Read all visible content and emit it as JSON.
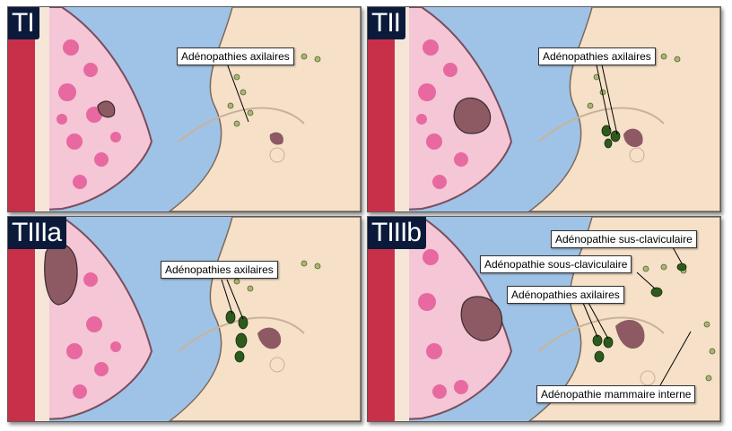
{
  "panels": [
    {
      "stage": "TI",
      "labels": [
        "Adénopathies axilaires"
      ]
    },
    {
      "stage": "TII",
      "labels": [
        "Adénopathies axilaires"
      ]
    },
    {
      "stage": "TIIIa",
      "labels": [
        "Adénopathies axilaires"
      ]
    },
    {
      "stage": "TIIIb",
      "labels": [
        "Adénopathie sus-claviculaire",
        "Adénopathie sous-claviculaire",
        "Adénopathies axilaires",
        "Adénopathie mammaire interne"
      ]
    }
  ],
  "colors": {
    "sky": "#9fc3e6",
    "skin": "#f6e0c8",
    "tissue": "#f4c6d6",
    "lobules": "#e6609a",
    "tumor": "#8d5a64",
    "node": "#2f5a1e",
    "muscle": "#c8304a"
  }
}
